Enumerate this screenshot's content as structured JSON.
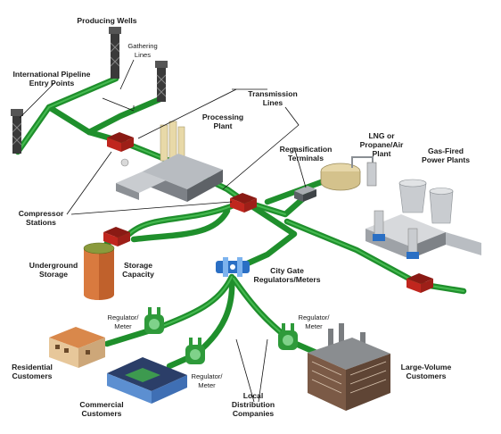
{
  "labels": {
    "producing_wells": "Producing Wells",
    "gathering_lines": [
      "Gathering",
      "Lines"
    ],
    "intl_pipeline": [
      "International Pipeline",
      "Entry Points"
    ],
    "transmission_lines": [
      "Transmission",
      "Lines"
    ],
    "processing_plant": [
      "Processing",
      "Plant"
    ],
    "regas_terminals": [
      "Regasification",
      "Terminals"
    ],
    "lng_plant": [
      "LNG or",
      "Propane/Air",
      "Plant"
    ],
    "gas_fired": [
      "Gas-Fired",
      "Power Plants"
    ],
    "compressor_stations": [
      "Compressor",
      "Stations"
    ],
    "underground_storage": [
      "Underground",
      "Storage"
    ],
    "storage_capacity": [
      "Storage",
      "Capacity"
    ],
    "city_gate": [
      "City Gate",
      "Regulators/Meters"
    ],
    "regulator_meter_1": [
      "Regulator/",
      "Meter"
    ],
    "regulator_meter_2": [
      "Regulator/",
      "Meter"
    ],
    "regulator_meter_3": [
      "Regulator/",
      "Meter"
    ],
    "residential": [
      "Residential",
      "Customers"
    ],
    "commercial": [
      "Commercial",
      "Customers"
    ],
    "ldc": [
      "Local",
      "Distribution",
      "Companies"
    ],
    "large_volume": [
      "Large-Volume",
      "Customers"
    ]
  },
  "colors": {
    "pipeline": "#1f8f2c",
    "pipeline_highlight": "#4fc45a",
    "compressor_red": "#c0261e",
    "building_gray": "#9a9ea3",
    "regulator_green": "#2e9a3a",
    "city_gate_blue": "#2a6fc4"
  }
}
